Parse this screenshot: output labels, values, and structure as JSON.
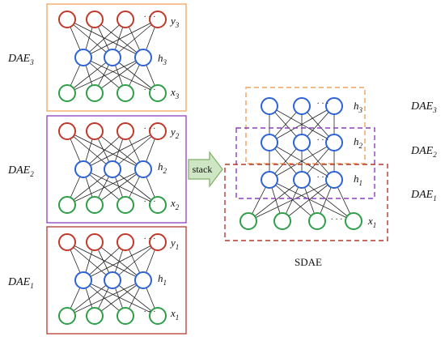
{
  "colors": {
    "output": "#c0392b",
    "hidden": "#2d63d6",
    "input": "#2e9e48",
    "dae3_box": "#f0a35c",
    "dae2_box": "#8b3fc0",
    "dae1_box": "#b33a2f",
    "arrow_fill": "#cfe6c4",
    "arrow_stroke": "#7fb069",
    "edge": "#222222"
  },
  "left_blocks": [
    {
      "name": "DAE",
      "sub": "3",
      "output": "y",
      "hidden": "h",
      "input": "x",
      "index": "3"
    },
    {
      "name": "DAE",
      "sub": "2",
      "output": "y",
      "hidden": "h",
      "input": "x",
      "index": "2"
    },
    {
      "name": "DAE",
      "sub": "1",
      "output": "y",
      "hidden": "h",
      "input": "x",
      "index": "1"
    }
  ],
  "ellipsis": "· · ·",
  "arrow_label": "stack",
  "stacked": {
    "h3": {
      "var": "h",
      "sub": "3"
    },
    "h2": {
      "var": "h",
      "sub": "2"
    },
    "h1": {
      "var": "h",
      "sub": "1"
    },
    "x1": {
      "var": "x",
      "sub": "1"
    },
    "labels": [
      {
        "name": "DAE",
        "sub": "3"
      },
      {
        "name": "DAE",
        "sub": "2"
      },
      {
        "name": "DAE",
        "sub": "1"
      }
    ]
  },
  "caption": "SDAE"
}
